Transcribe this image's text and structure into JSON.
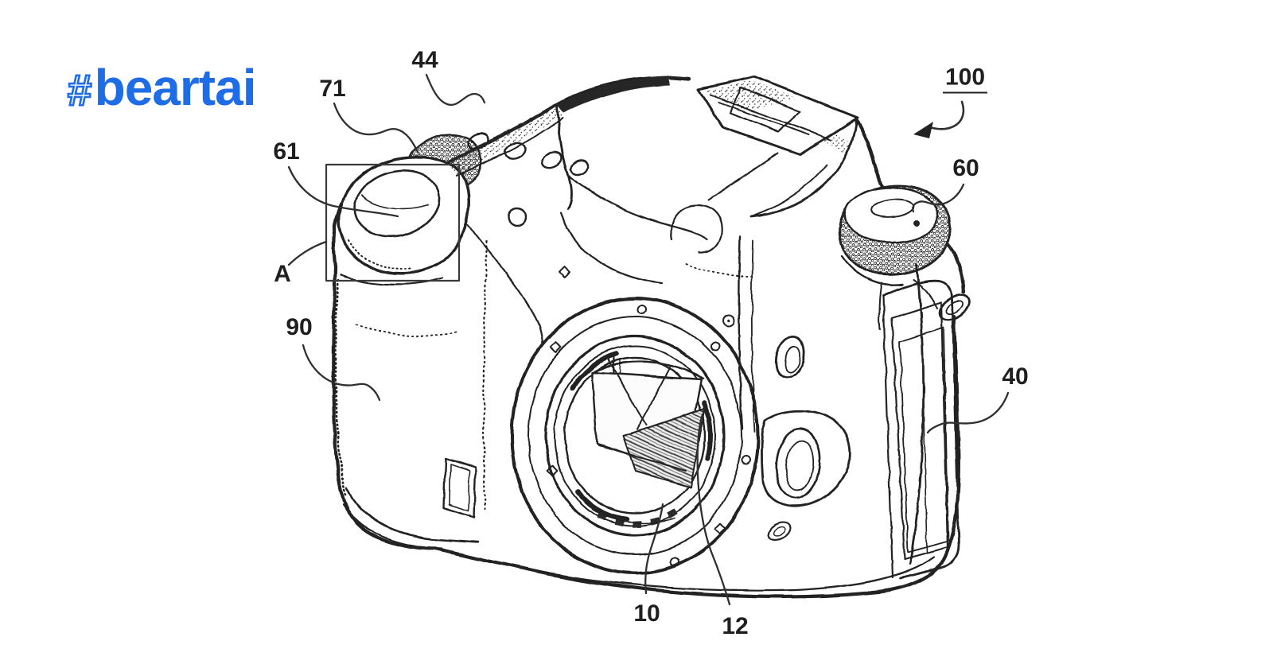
{
  "page": {
    "background": "#ffffff",
    "ink_color": "#232323",
    "annotation_color": "#3a3a3a"
  },
  "logo": {
    "hash": "#",
    "word": "beartai",
    "color": "#1e6ce6"
  },
  "figure": {
    "labels": {
      "ref100": "100",
      "ref44": "44",
      "ref71": "71",
      "ref61": "61",
      "refA": "A",
      "ref90": "90",
      "ref60": "60",
      "ref40": "40",
      "ref10": "10",
      "ref12": "12"
    }
  }
}
